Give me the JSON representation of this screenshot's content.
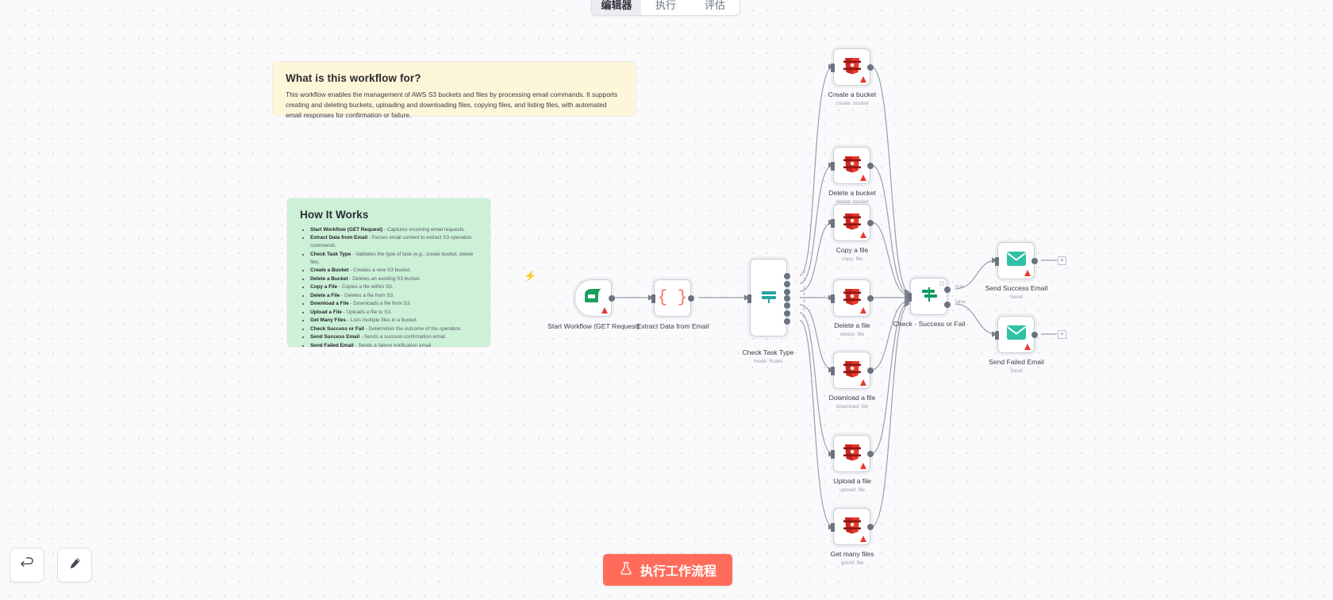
{
  "tabs": [
    {
      "label": "编辑器",
      "active": true
    },
    {
      "label": "执行",
      "active": false
    },
    {
      "label": "评估",
      "active": false
    }
  ],
  "sticky_notes": {
    "what": {
      "title": "What is this workflow for?",
      "body": "This workflow enables the management of AWS S3 buckets and files by processing email commands. It supports creating and deleting buckets, uploading and downloading files, copying files, and listing files, with automated email responses for confirmation or failure."
    },
    "how": {
      "title": "How It Works",
      "items": [
        {
          "name": "Start Workflow (GET Request)",
          "desc": "Captures incoming email requests."
        },
        {
          "name": "Extract Data from Email",
          "desc": "Parses email content to extract S3 operation commands."
        },
        {
          "name": "Check Task Type",
          "desc": "Validates the type of task (e.g., create bucket, delete file)."
        },
        {
          "name": "Create a Bucket",
          "desc": "Creates a new S3 bucket."
        },
        {
          "name": "Delete a Bucket",
          "desc": "Deletes an existing S3 bucket."
        },
        {
          "name": "Copy a File",
          "desc": "Copies a file within S3."
        },
        {
          "name": "Delete a File",
          "desc": "Deletes a file from S3."
        },
        {
          "name": "Download a File",
          "desc": "Downloads a file from S3."
        },
        {
          "name": "Upload a File",
          "desc": "Uploads a file to S3."
        },
        {
          "name": "Get Many Files",
          "desc": "Lists multiple files in a bucket."
        },
        {
          "name": "Check Success or Fail",
          "desc": "Determines the outcome of the operation."
        },
        {
          "name": "Send Success Email",
          "desc": "Sends a success confirmation email."
        },
        {
          "name": "Send Failed Email",
          "desc": "Sends a failure notification email."
        }
      ]
    }
  },
  "nodes": {
    "start": {
      "label": "Start Workflow (GET Request)",
      "sub": "",
      "icon": "mailbox-icon"
    },
    "extract": {
      "label": "Extract Data from Email",
      "sub": "",
      "icon": "code-braces-icon"
    },
    "check_task": {
      "label": "Check Task Type",
      "sub": "mode: Rules",
      "icon": "switch-icon"
    },
    "create_bucket": {
      "label": "Create a bucket",
      "sub": "create: bucket",
      "icon": "aws-s3-icon"
    },
    "delete_bucket": {
      "label": "Delete a bucket",
      "sub": "delete: bucket",
      "icon": "aws-s3-icon"
    },
    "copy_file": {
      "label": "Copy a file",
      "sub": "copy: file",
      "icon": "aws-s3-icon"
    },
    "delete_file": {
      "label": "Delete a file",
      "sub": "delete: file",
      "icon": "aws-s3-icon"
    },
    "download_file": {
      "label": "Download a file",
      "sub": "download: file",
      "icon": "aws-s3-icon"
    },
    "upload_file": {
      "label": "Upload a file",
      "sub": "upload: file",
      "icon": "aws-s3-icon"
    },
    "get_many_files": {
      "label": "Get many files",
      "sub": "getAll: file",
      "icon": "aws-s3-icon"
    },
    "check_success": {
      "label": "Check - Success or Fail",
      "sub": "",
      "icon": "if-signpost-icon"
    },
    "send_success": {
      "label": "Send Success Email",
      "sub": "Send",
      "icon": "envelope-icon"
    },
    "send_failed": {
      "label": "Send Failed Email",
      "sub": "Send",
      "icon": "envelope-icon"
    }
  },
  "ports": {
    "switch_outputs": [
      "0",
      "1",
      "2",
      "3",
      "4",
      "5",
      "6"
    ],
    "if_true": "true",
    "if_false": "false",
    "add_stub": "+"
  },
  "toolbar": {
    "undo_label": "undo-icon",
    "tidy_label": "tidy-up-icon"
  },
  "execute": {
    "label": "执行工作流程",
    "icon": "flask-icon",
    "color": "#ff6d5a"
  }
}
